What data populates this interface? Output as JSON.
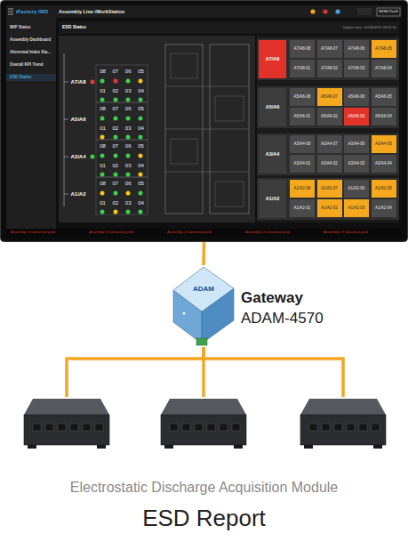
{
  "diagram": {
    "title": "ESD Report",
    "caption": "Electrostatic Discharge Acquisition Module",
    "nodes": [
      {
        "text": []
      },
      {
        "text": [
          "Gateway",
          "ADAM-4570"
        ]
      },
      {
        "text": []
      },
      {
        "text": []
      },
      {
        "text": []
      }
    ],
    "edges": [
      {
        "from": 0,
        "to": 1,
        "arrow": "none"
      },
      {
        "from": 1,
        "to": 2,
        "arrow": "none"
      },
      {
        "from": 1,
        "to": 3,
        "arrow": "none"
      },
      {
        "from": 1,
        "to": 4,
        "arrow": "none"
      }
    ],
    "labels": [
      "iFactory IWS",
      "Assembly Line iWorkStation",
      "WISE-PaaS",
      "WIP Status",
      "Assembly Dashboard",
      "Abnormal Index Sta...",
      "Overall KPI Trend",
      "ESD Status",
      "ESD Status",
      "Update time: 2018/04/26 08:05:02",
      "08 07 06 05",
      "A7/A8",
      "01 02 03 04",
      "08 07 06 05",
      "A5/A6",
      "01 02 03 04",
      "08 07 06 05",
      "A3/A4",
      "01 02 03 04",
      "08 07 06 05",
      "A1/A2",
      "01 02 03 04",
      "A7/A8",
      "A7/A8-08",
      "A7/A8-07",
      "A7/A8-06",
      "A7/A8-05",
      "A7/A8-01",
      "A7/A8-02",
      "A7/A8-03",
      "A7/A8-04",
      "A5/A6",
      "A5/A6-08",
      "A5/A6-07",
      "A5/A6-06",
      "A5/A6-05",
      "A5/A6-01",
      "A5/A6-02",
      "A5/A6-03",
      "A5/A6-04",
      "A3/A4",
      "A3/A4-08",
      "A3/A4-07",
      "A3/A4-06",
      "A3/A4-05",
      "A3/A4-01",
      "A3/A4-02",
      "A3/A4-03",
      "A3/A4-04",
      "A1/A2",
      "A1/A2-08",
      "A1/A2-07",
      "A1/A2-06",
      "A1/A2-05",
      "A1/A2-01",
      "A1/A2-02",
      "A1/A2-03",
      "A1/A2-04",
      "Assembly L3 abnormal yield",
      "Assembly L3 abnormal yield",
      "Assembly L3 abnormal yield",
      "Assembly L3 abnormal yield",
      "Assembly L3 abnormal yield",
      "ADAM"
    ]
  }
}
